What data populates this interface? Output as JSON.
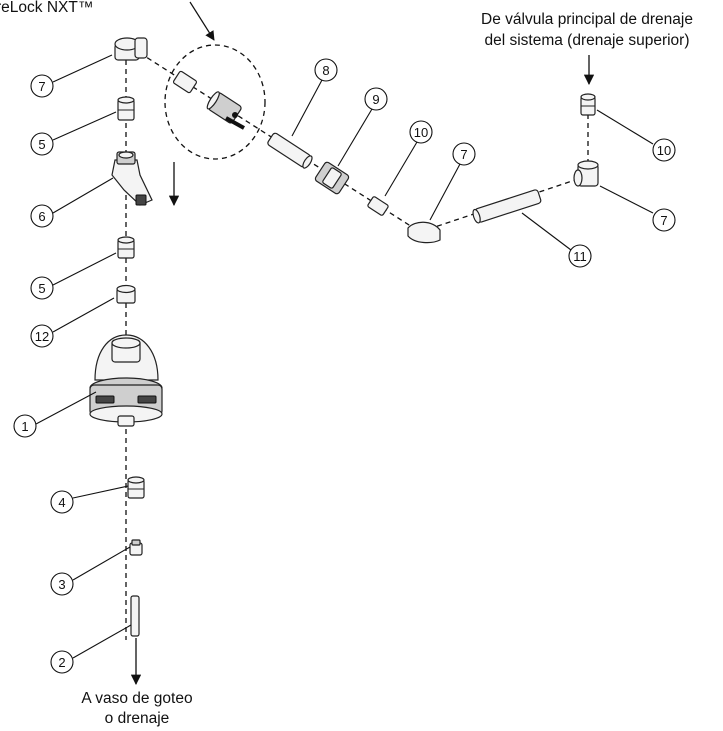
{
  "labels": {
    "top_left_fragment": "reLock NXT™",
    "top_right_line1": "De válvula principal de drenaje",
    "top_right_line2": "del sistema (drenaje superior)",
    "bottom_line1": "A vaso de goteo",
    "bottom_line2": "o drenaje"
  },
  "callouts": {
    "c1": "1",
    "c2": "2",
    "c3": "3",
    "c4": "4",
    "c5a": "5",
    "c5b": "5",
    "c6": "6",
    "c7a": "7",
    "c7b": "7",
    "c7c": "7",
    "c8": "8",
    "c9": "9",
    "c10a": "10",
    "c10b": "10",
    "c11": "11",
    "c12": "12"
  }
}
